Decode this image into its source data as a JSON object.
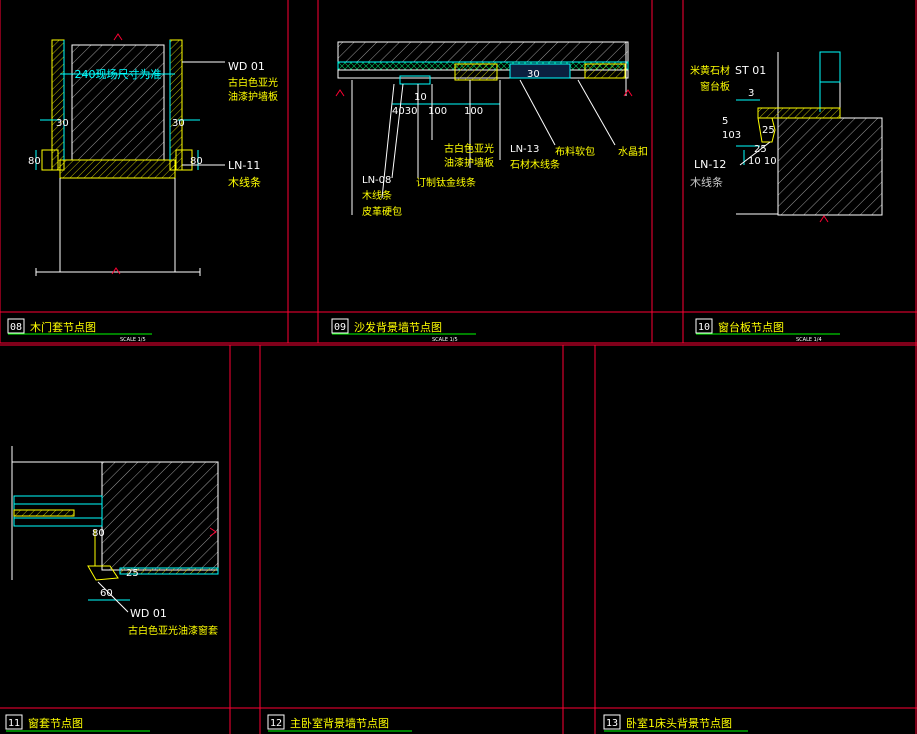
{
  "panels": {
    "p08": {
      "num": "08",
      "title": "木门套节点图",
      "scale": "SCALE 1/5",
      "note_size": "240现场尺寸为准",
      "dim_30a": "30",
      "dim_30b": "30",
      "dim_80a": "80",
      "dim_80b": "80",
      "wd_code": "WD 01",
      "wd_desc1": "古白色亚光",
      "wd_desc2": "油漆护墙板",
      "ln_code": "LN-11",
      "ln_desc": "木线条"
    },
    "p09": {
      "num": "09",
      "title": "沙发背景墙节点图",
      "scale": "SCALE 1/5",
      "dim_10": "10",
      "dim_4030": "4030",
      "dim_100a": "100",
      "dim_100b": "100",
      "dim_30": "30",
      "lbl_paint1": "古白色亚光",
      "lbl_paint2": "油漆护墙板",
      "lbl_ln13": "LN-13",
      "lbl_stonewood": "石材木线条",
      "lbl_fabric": "布料软包",
      "lbl_crystal": "水晶扣",
      "lbl_ln08": "LN-08",
      "lbl_woodline": "木线条",
      "lbl_leather": "皮革硬包",
      "lbl_metal": "订制钛金线条"
    },
    "p10": {
      "num": "10",
      "title": "窗台板节点图",
      "scale": "SCALE 1/4",
      "lbl_stone": "米黄石材",
      "st_code": "ST 01",
      "lbl_sill": "窗台板",
      "dim_3": "3",
      "dim_5": "5",
      "dim_103": "103",
      "dim_25a": "25",
      "dim_25b": "25",
      "dim_1010": "10 10",
      "ln_code": "LN-12",
      "ln_desc": "木线条"
    },
    "p11": {
      "num": "11",
      "title": "窗套节点图",
      "dim_80": "80",
      "dim_25": "25",
      "dim_60": "60",
      "wd_code": "WD 01",
      "wd_desc": "古白色亚光油漆窗套"
    },
    "p12": {
      "num": "12",
      "title": "主卧室背景墙节点图"
    },
    "p13": {
      "num": "13",
      "title": "卧室1床头背景节点图"
    }
  },
  "colors": {
    "frame": "#ff0033",
    "label": "#ffff00",
    "dimension": "#00ffff",
    "underline": "#00ff00",
    "linework": "#ffffff"
  }
}
